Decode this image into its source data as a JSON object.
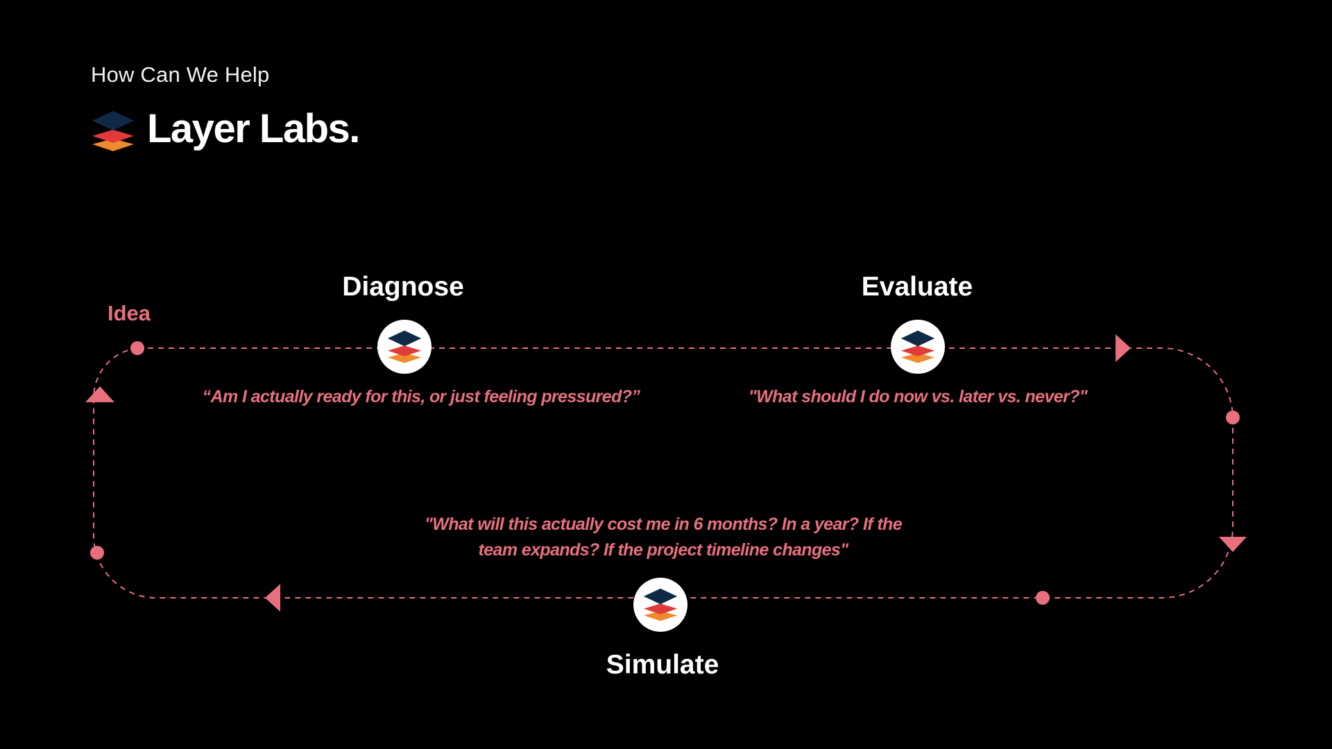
{
  "header": {
    "eyebrow": "How Can We Help",
    "brand_name": "Layer Labs.",
    "logo_icon": "layers-icon"
  },
  "cycle": {
    "start_label": "Idea",
    "stages": [
      {
        "title": "Diagnose",
        "quote": "“Am I actually ready for this, or just feeling pressured?”",
        "icon": "layers-icon"
      },
      {
        "title": "Evaluate",
        "quote": "\"What should I do now  vs. later  vs. never?\"",
        "icon": "layers-icon"
      },
      {
        "title": "Simulate",
        "quote": "\"What will this actually cost me in 6 months? In a year? If the team expands? If the project timeline changes\"",
        "icon": "layers-icon"
      }
    ]
  },
  "colors": {
    "background": "#000000",
    "accent": "#e8707e",
    "text": "#ffffff",
    "logo_top": "#0f2a47",
    "logo_middle": "#e03a3a",
    "logo_bottom": "#f08a2c"
  }
}
